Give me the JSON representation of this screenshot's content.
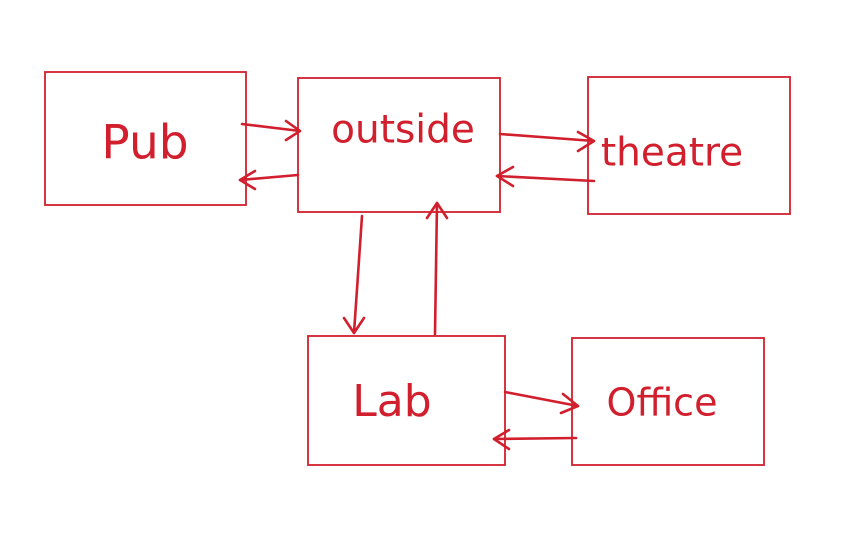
{
  "diagram": {
    "stroke_color": "#d11f2d",
    "rooms": {
      "pub": "Pub",
      "outside": "outside",
      "theatre": "theatre",
      "lab": "Lab",
      "office": "Office"
    }
  }
}
